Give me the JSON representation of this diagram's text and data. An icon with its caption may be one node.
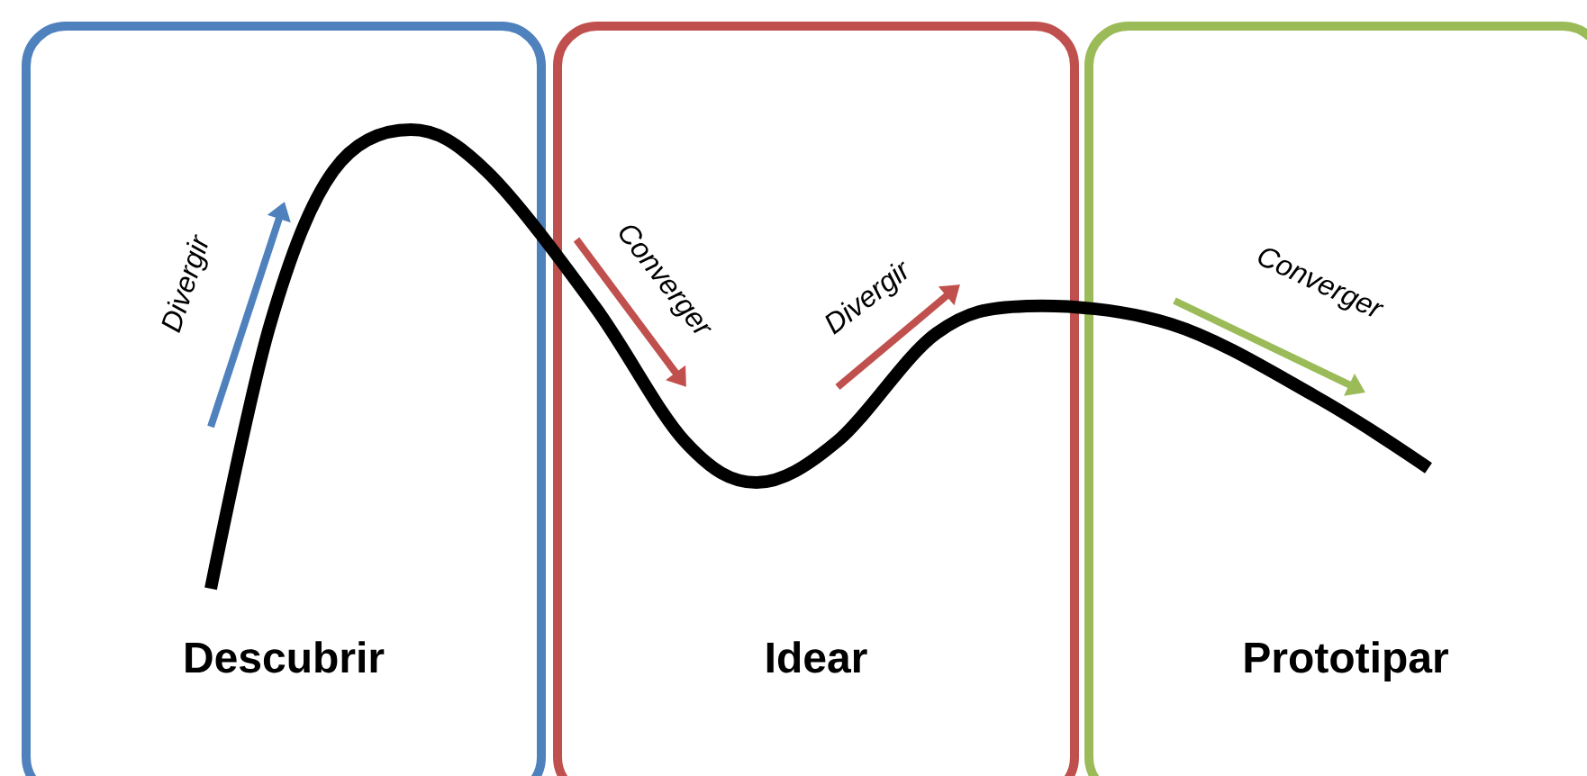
{
  "diagram": {
    "nodes": [
      {
        "text": [
          "Descubrir"
        ]
      },
      {
        "text": [
          "Idear"
        ]
      },
      {
        "text": [
          "Prototipar"
        ]
      }
    ],
    "labels": [
      "Divergir",
      "Converger",
      "Divergir",
      "Converger"
    ]
  }
}
